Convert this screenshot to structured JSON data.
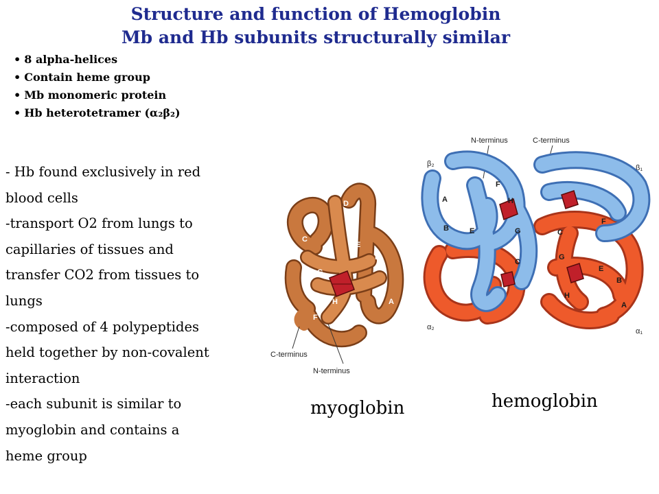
{
  "title_line1": "Structure and function of Hemoglobin",
  "title_line2": "Mb and Hb subunits structurally similar",
  "bullets": [
    "8 alpha-helices",
    "Contain heme group",
    "Mb monomeric protein",
    "Hb heterotetramer (α₂β₂)"
  ],
  "paragraph_lines": [
    "- Hb found exclusively in red",
    "blood cells",
    "-transport O2 from lungs to",
    "capillaries of tissues and",
    "transfer CO2 from tissues to",
    "lungs",
    "-composed of 4 polypeptides",
    "held together by non-covalent",
    "interaction",
    "-each subunit is similar to",
    "myoglobin and contains a",
    "heme group"
  ],
  "captions": {
    "myoglobin": "myoglobin",
    "hemoglobin": "hemoglobin"
  },
  "myoglobin_figure": {
    "helix_labels": [
      "D",
      "C",
      "G",
      "E",
      "B",
      "H",
      "F",
      "A"
    ],
    "c_terminus": "C-terminus",
    "n_terminus": "N-terminus"
  },
  "hemoglobin_figure": {
    "n_terminus": "N-terminus",
    "c_terminus": "C-terminus",
    "subunit_labels": {
      "beta2": "β₂",
      "beta1": "β₁",
      "alpha2": "α₂",
      "alpha1": "α₁"
    },
    "blue_helix_labels": [
      "A",
      "F",
      "H",
      "B",
      "E",
      "G",
      "C"
    ],
    "red_helix_labels": [
      "F",
      "C",
      "G",
      "E",
      "B",
      "H",
      "A"
    ]
  },
  "colors": {
    "title": "#1f2b8f",
    "myoglobin_tube": "#b0652f",
    "hemoglobin_beta_tube": "#6ea6e0",
    "hemoglobin_alpha_tube": "#ee5a2b",
    "heme": "#c0202a"
  }
}
